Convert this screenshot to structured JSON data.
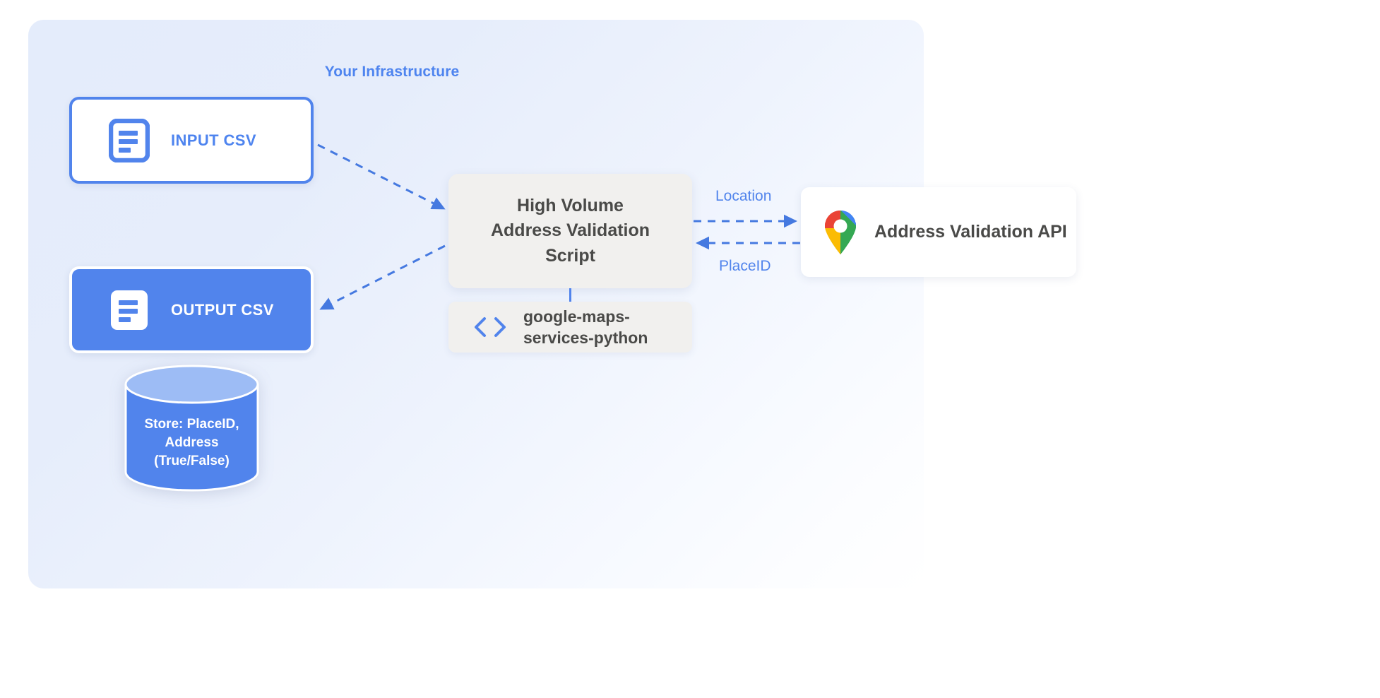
{
  "panel": {
    "title": "Your Infrastructure",
    "accent_color": "#4e84ef",
    "background_color": "#e4ecfb"
  },
  "nodes": {
    "input_csv": {
      "label": "INPUT CSV",
      "icon": "document-icon",
      "border_color": "#5184ec",
      "fill_color": "#ffffff",
      "text_color": "#4e84ef"
    },
    "output_csv": {
      "label": "OUTPUT CSV",
      "icon": "document-icon",
      "border_color": "#ffffff",
      "fill_color": "#5184ec",
      "text_color": "#ffffff"
    },
    "script": {
      "label": "High Volume\nAddress Validation\nScript",
      "fill_color": "#f1f0ee",
      "text_color": "#4a4a48"
    },
    "library": {
      "label": "google-maps-\nservices-python",
      "icon": "code-brackets-icon",
      "icon_color": "#5184ec",
      "fill_color": "#f1f0ee",
      "text_color": "#4a4a48"
    },
    "api": {
      "label": "Address Validation API",
      "icon": "google-maps-pin-icon",
      "fill_color": "#ffffff",
      "text_color": "#4a4a48"
    },
    "datastore": {
      "label": "Store: PlaceID,\nAddress\n(True/False)",
      "body_color": "#5184ec",
      "top_color": "#9dbcf5",
      "text_color": "#ffffff"
    }
  },
  "edges": [
    {
      "id": "input-to-script",
      "from": "input_csv",
      "to": "script",
      "label": "",
      "style": "dashed",
      "color": "#4579e0"
    },
    {
      "id": "script-to-output",
      "from": "script",
      "to": "output_csv",
      "label": "",
      "style": "dashed",
      "color": "#4579e0"
    },
    {
      "id": "script-to-api",
      "from": "script",
      "to": "api",
      "label": "Location",
      "style": "dashed",
      "color": "#4579e0"
    },
    {
      "id": "api-to-script",
      "from": "api",
      "to": "script",
      "label": "PlaceID",
      "style": "dashed",
      "color": "#4579e0"
    },
    {
      "id": "script-to-library",
      "from": "script",
      "to": "library",
      "label": "",
      "style": "solid",
      "color": "#5184ec"
    }
  ],
  "edge_labels": {
    "location": "Location",
    "placeid": "PlaceID"
  }
}
